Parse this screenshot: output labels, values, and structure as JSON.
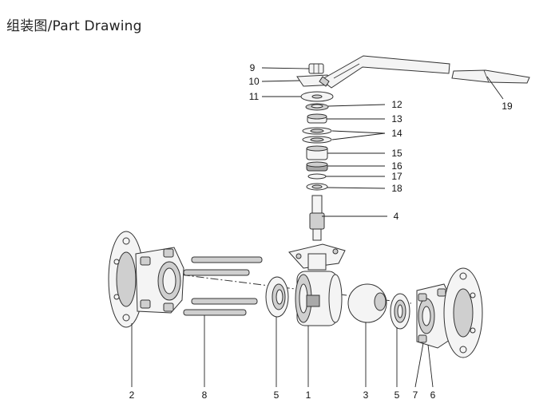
{
  "title": "组装图/Part Drawing",
  "callouts": [
    "9",
    "10",
    "11",
    "12",
    "13",
    "14",
    "15",
    "16",
    "17",
    "18",
    "4",
    "19",
    "2",
    "8",
    "5",
    "1",
    "3",
    "5",
    "7",
    "6"
  ]
}
